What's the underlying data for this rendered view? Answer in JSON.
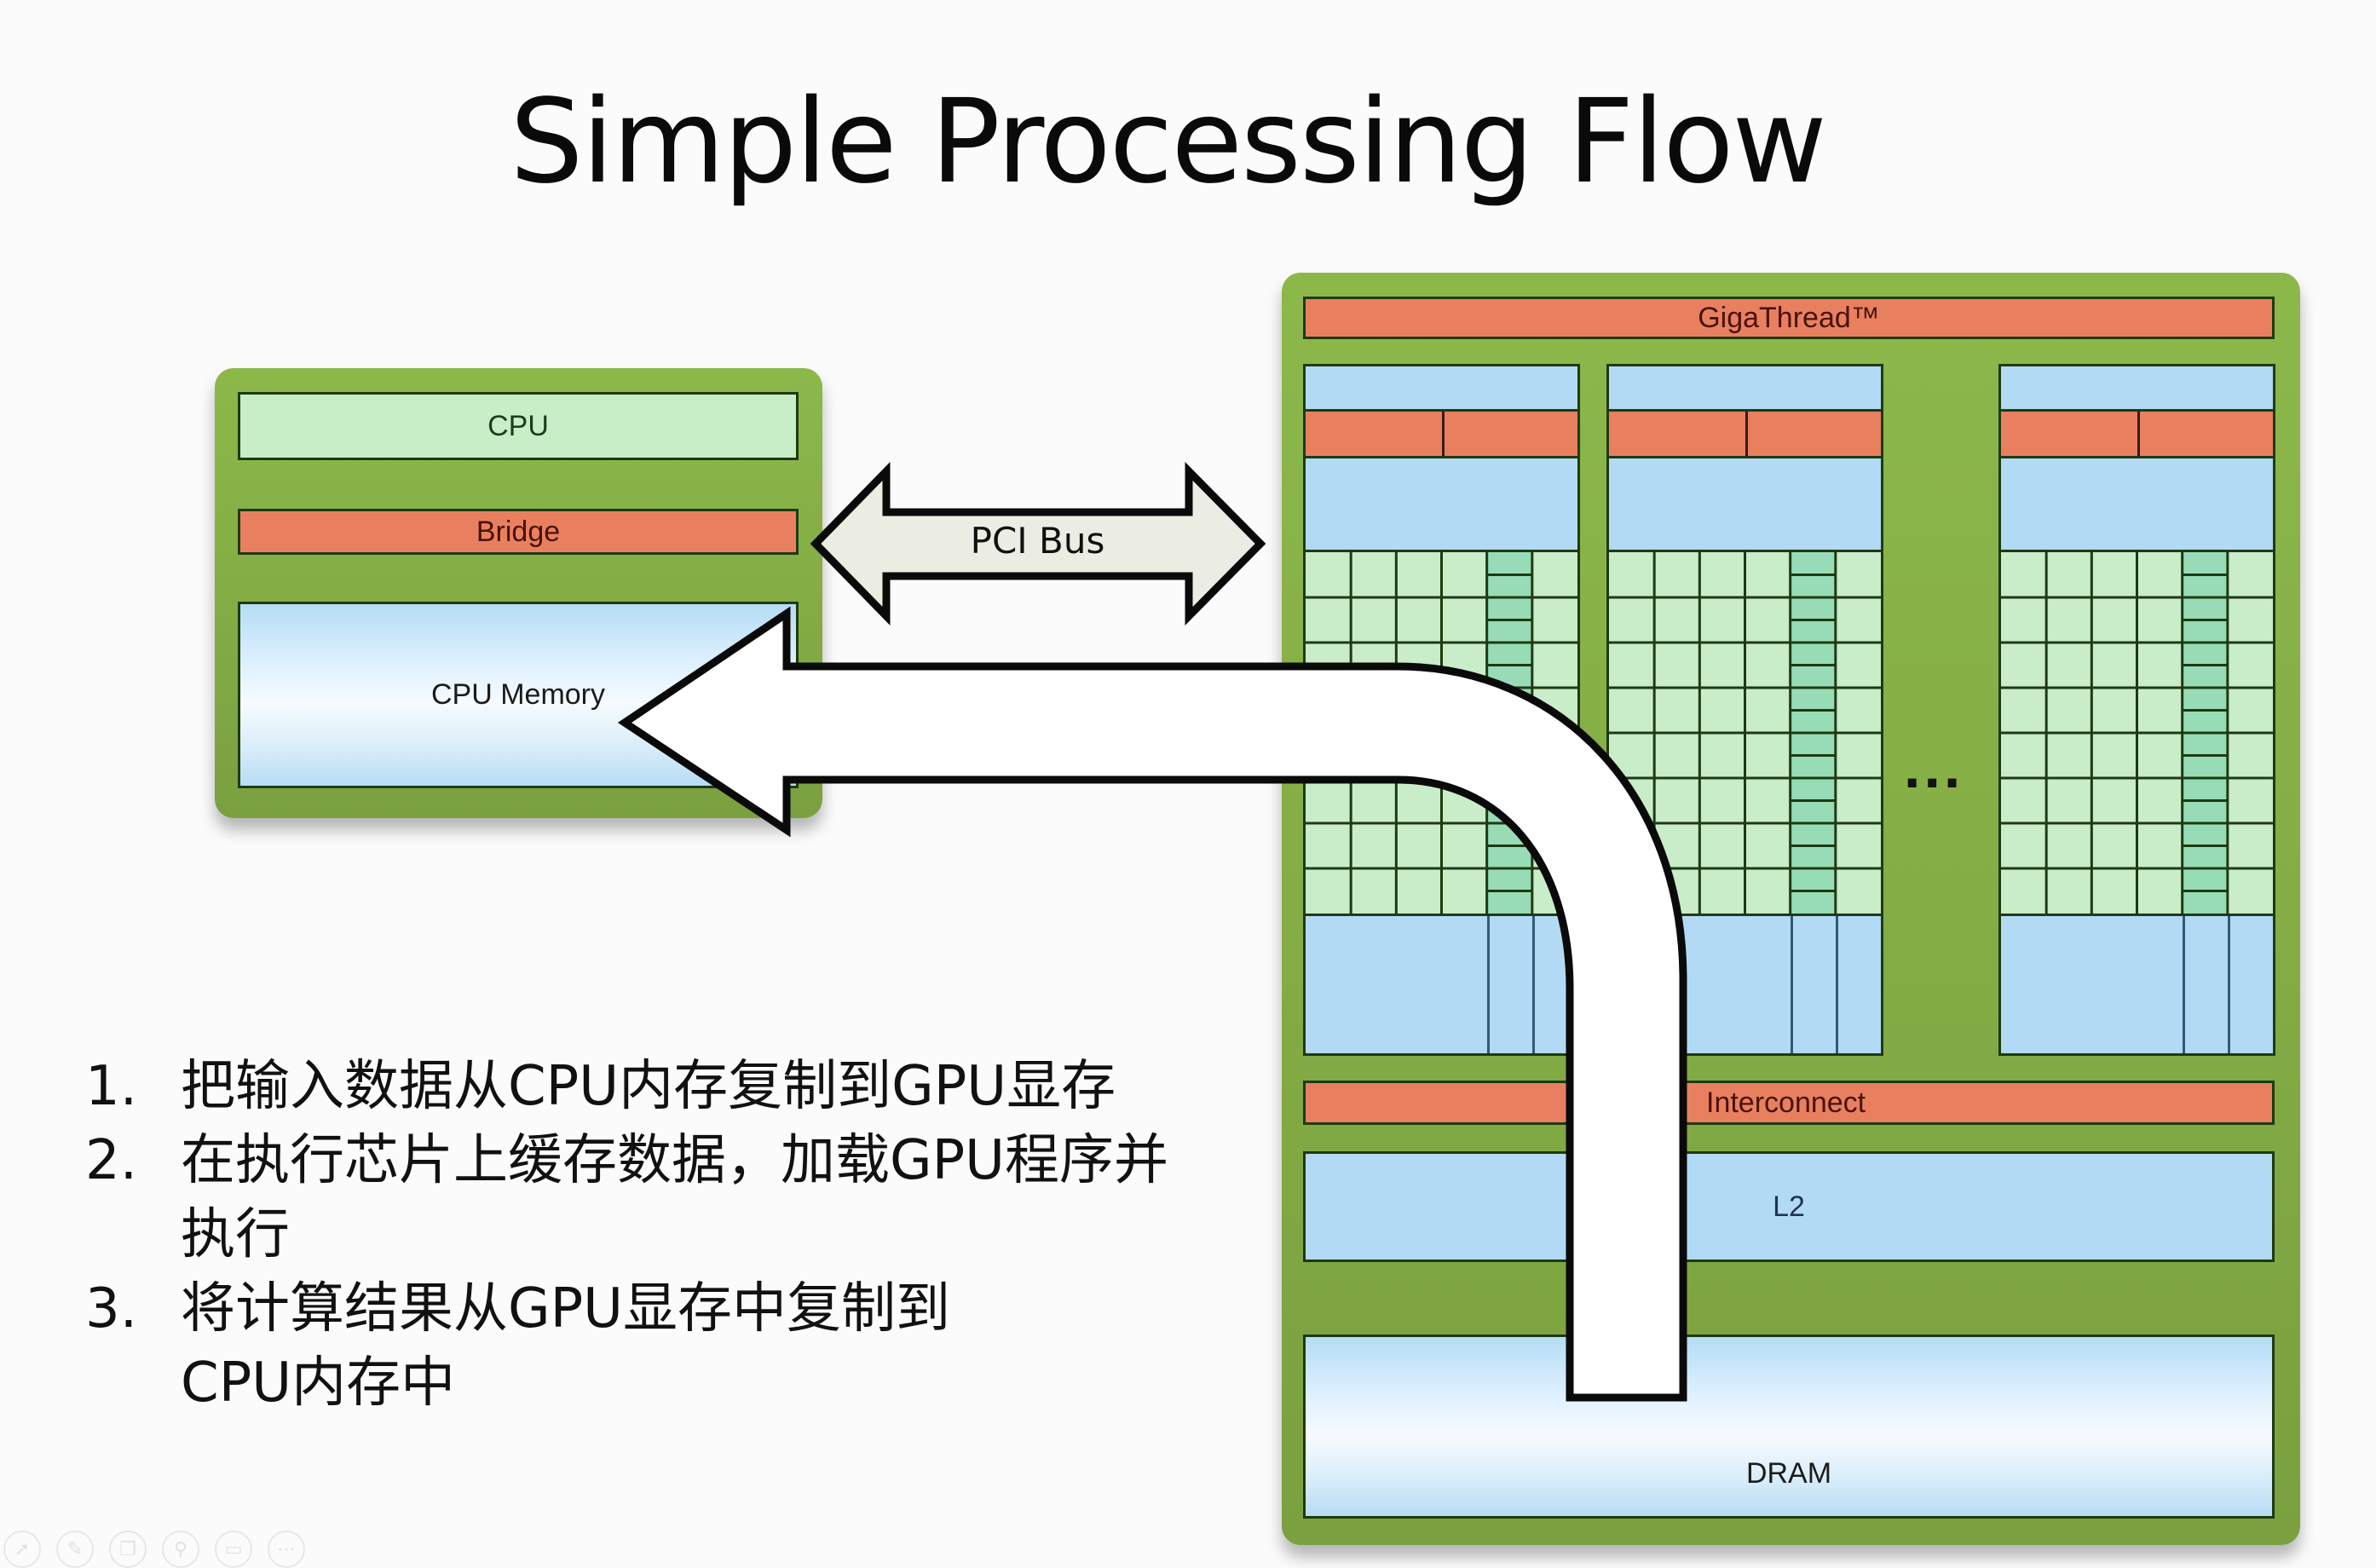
{
  "slide": {
    "title": "Simple Processing Flow"
  },
  "host": {
    "cpu_label": "CPU",
    "bridge_label": "Bridge",
    "memory_label": "CPU Memory"
  },
  "bus": {
    "label": "PCI Bus"
  },
  "gpu": {
    "gigathread_label": "GigaThread™",
    "sm_count_shown": 3,
    "ellipsis": "...",
    "interconnect_label": "Interconnect",
    "l2_label": "L2",
    "dram_label": "DRAM"
  },
  "steps": [
    {
      "num": "1.",
      "text": "把输入数据从CPU内存复制到GPU显存"
    },
    {
      "num": "2.",
      "text": "在执行芯片上缓存数据，加载GPU程序并执行"
    },
    {
      "num": "3.",
      "text": "将计算结果从GPU显存中复制到CPU内存中"
    }
  ],
  "toolbar_icons": [
    "arrow-icon",
    "pen-icon",
    "copy-icon",
    "zoom-icon",
    "slide-icon",
    "more-icon"
  ],
  "colors": {
    "panel_green": "#86b048",
    "core_green": "#c9ecc9",
    "orange": "#e88060",
    "blue": "#b2daf4",
    "bus_fill": "#ecede2"
  }
}
